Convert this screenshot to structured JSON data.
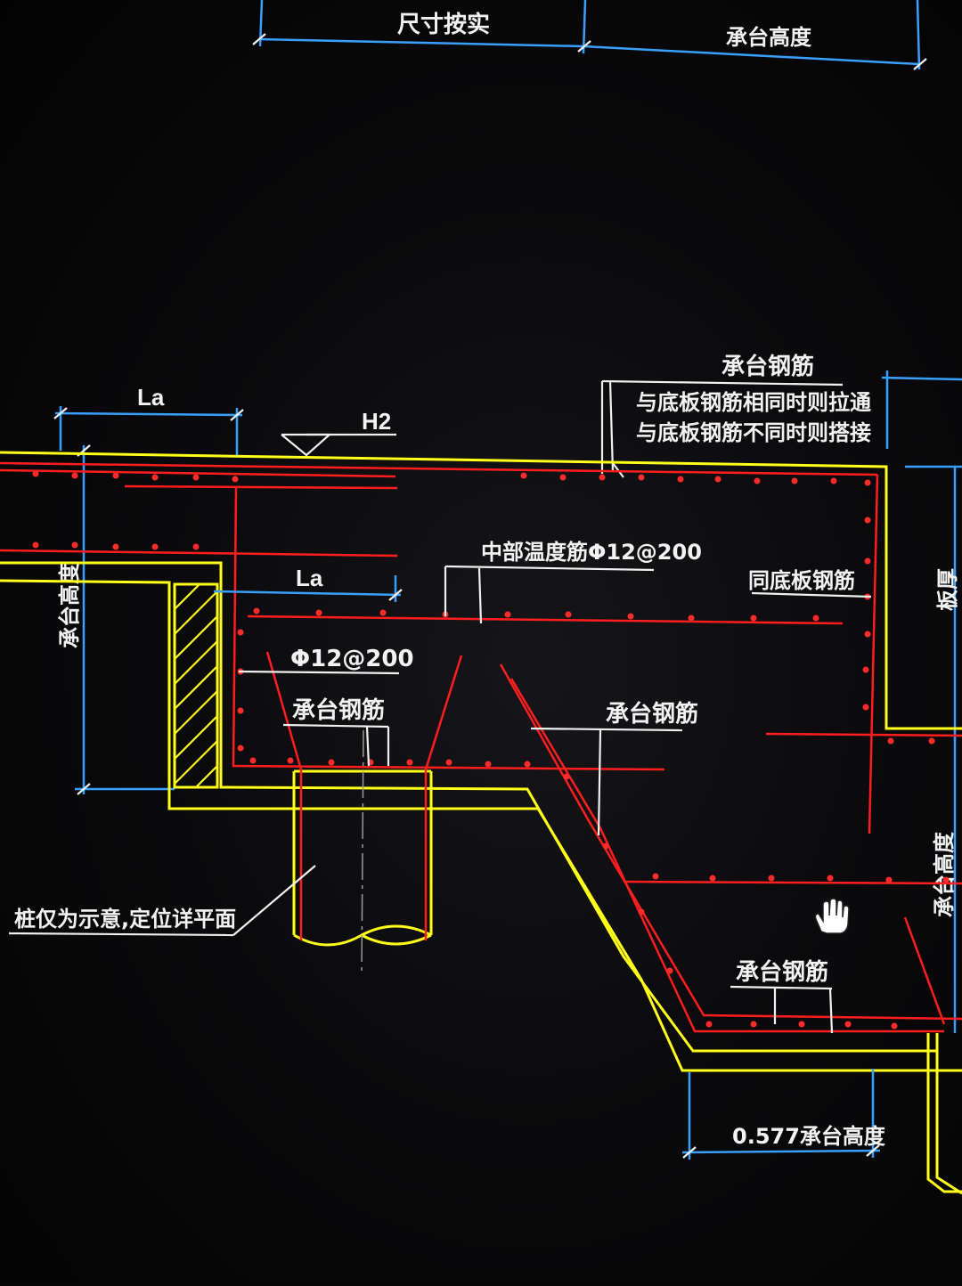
{
  "labels": {
    "top_dim_left": "尺寸按实",
    "top_dim_right": "承台高度",
    "la_top": "La",
    "h2": "H2",
    "rebar_note_title": "承台钢筋",
    "rebar_note_line1": "与底板钢筋相同时则拉通",
    "rebar_note_line2": "与底板钢筋不同时则搭接",
    "left_height": "承台高度",
    "la_mid": "La",
    "mid_rebar": "中部温度筋Φ12@200",
    "same_as_slab": "同底板钢筋",
    "right_edge": "板厚",
    "phi12": "Φ12@200",
    "cap_rebar_left": "承台钢筋",
    "cap_rebar_mid": "承台钢筋",
    "right_height": "承台高度",
    "pile_note": "桩仅为示意,定位详平面",
    "cap_rebar_low": "承台钢筋",
    "bottom_dim": "0.577承台高度"
  },
  "colors": {
    "dimension": "#3aa0ff",
    "outline": "#ffff1a",
    "rebar": "#ff1e1e",
    "leader": "#f0f0f0",
    "background": "#050505"
  },
  "icons": {
    "cursor": "hand-cursor-icon",
    "elevation": "elevation-triangle-icon"
  }
}
